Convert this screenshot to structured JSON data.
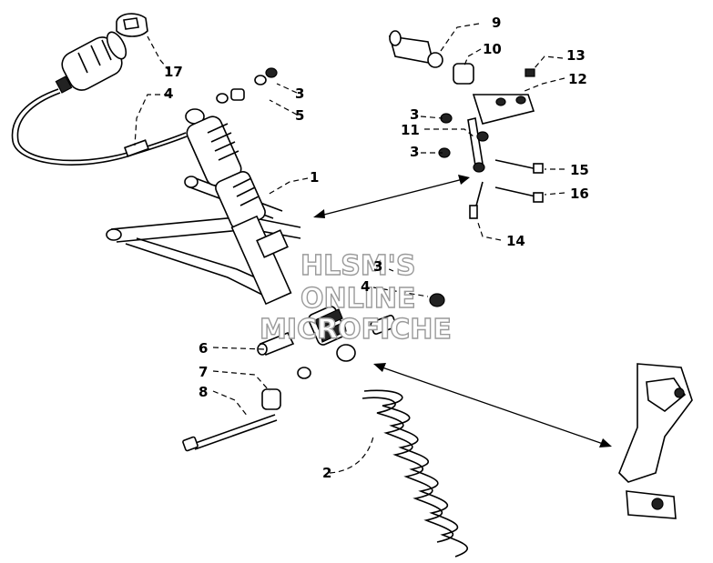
{
  "watermark": {
    "line1": "HLSM'S",
    "line2": "ONLINE",
    "line3": "MICROFICHE"
  },
  "callouts": [
    {
      "id": "c1",
      "text": "1"
    },
    {
      "id": "c2",
      "text": "2"
    },
    {
      "id": "c3a",
      "text": "3"
    },
    {
      "id": "c3b",
      "text": "3"
    },
    {
      "id": "c3c",
      "text": "3"
    },
    {
      "id": "c3d",
      "text": "3"
    },
    {
      "id": "c4a",
      "text": "4"
    },
    {
      "id": "c4b",
      "text": "4"
    },
    {
      "id": "c5",
      "text": "5"
    },
    {
      "id": "c6",
      "text": "6"
    },
    {
      "id": "c7",
      "text": "7"
    },
    {
      "id": "c8",
      "text": "8"
    },
    {
      "id": "c9",
      "text": "9"
    },
    {
      "id": "c10",
      "text": "10"
    },
    {
      "id": "c11",
      "text": "11"
    },
    {
      "id": "c12",
      "text": "12"
    },
    {
      "id": "c13",
      "text": "13"
    },
    {
      "id": "c14",
      "text": "14"
    },
    {
      "id": "c15",
      "text": "15"
    },
    {
      "id": "c16",
      "text": "16"
    },
    {
      "id": "c17",
      "text": "17"
    }
  ]
}
